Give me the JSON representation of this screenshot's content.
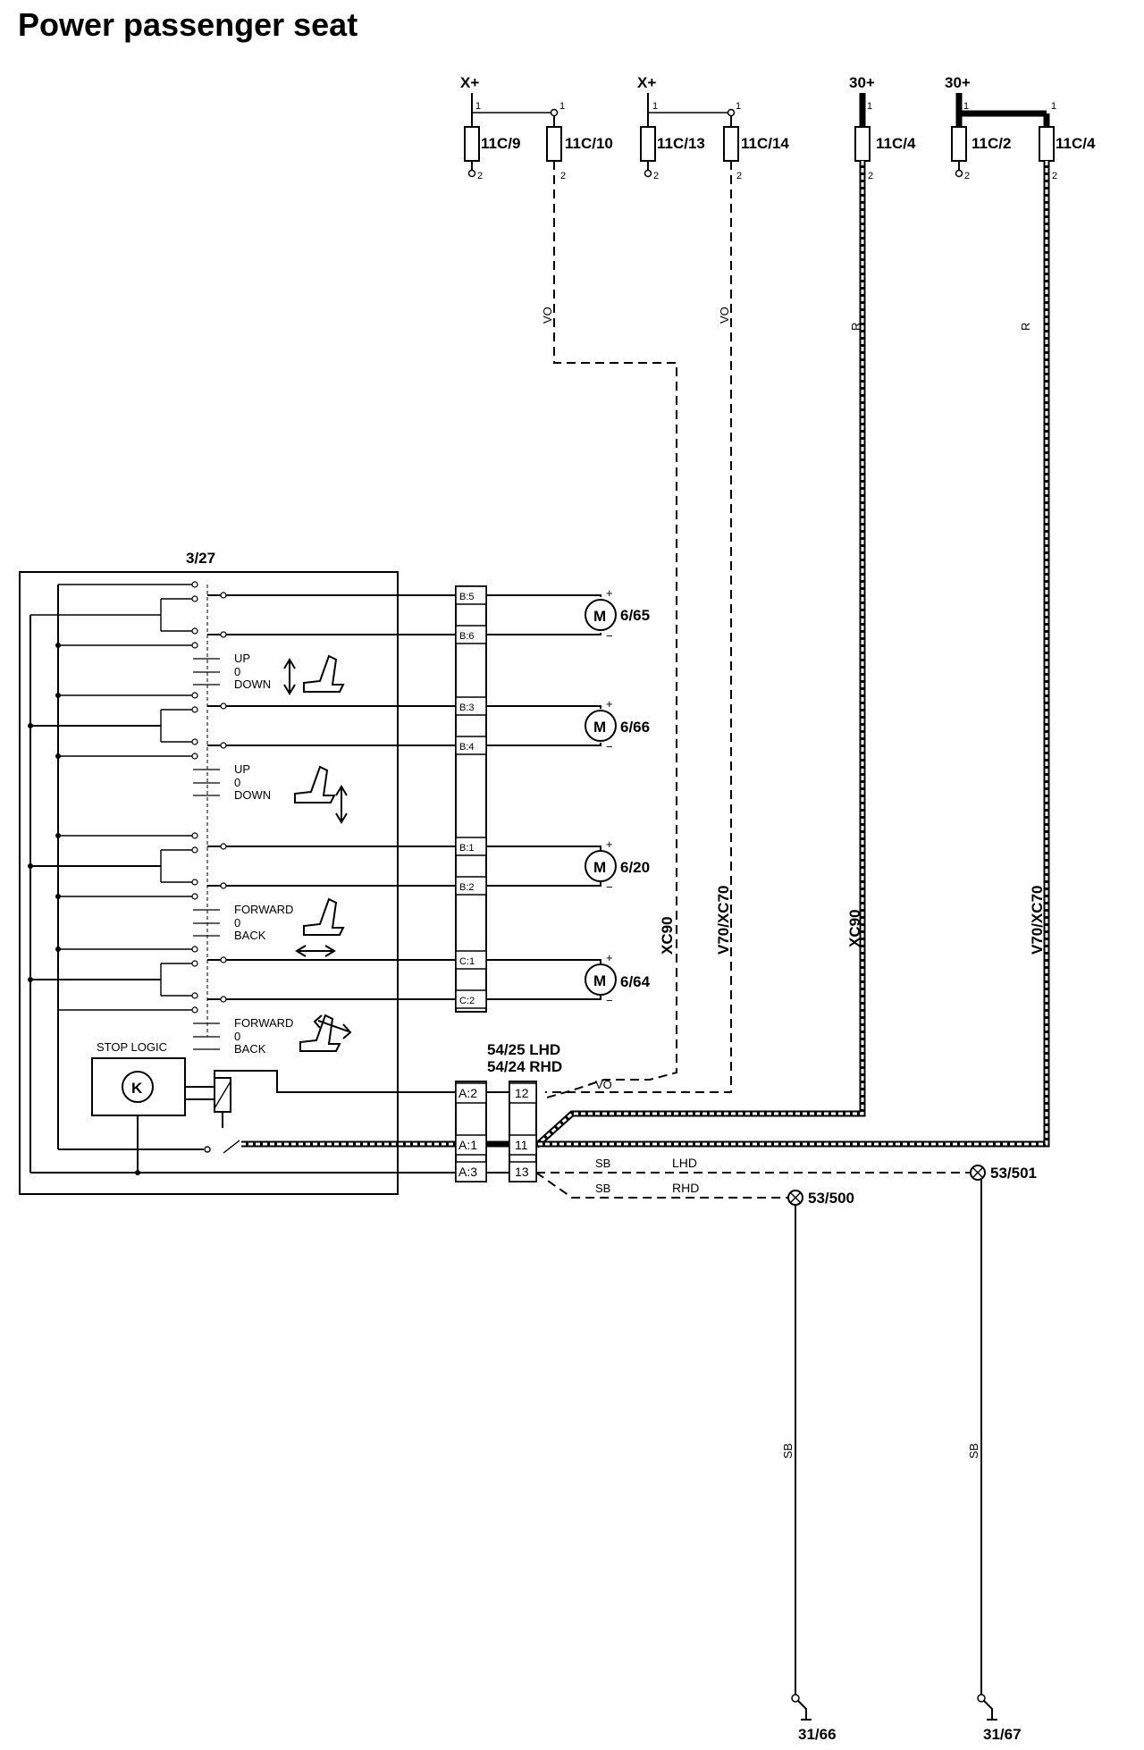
{
  "title": "Power passenger seat",
  "power": {
    "xplus_a": "X+",
    "xplus_b": "X+",
    "b30_a": "30+",
    "b30_b": "30+"
  },
  "fuses": {
    "f1": "11C/9",
    "f2": "11C/10",
    "f3": "11C/13",
    "f4": "11C/14",
    "f5": "11C/4",
    "f6": "11C/2",
    "f7": "11C/4",
    "pin1": "1",
    "pin2": "2"
  },
  "wire_colors": {
    "vo": "VO",
    "r": "R",
    "sb": "SB"
  },
  "wire_models": {
    "xc90": "XC90",
    "v70xc70": "V70/XC70"
  },
  "module": {
    "id": "3/27",
    "stop_logic": "STOP LOGIC",
    "k": "K"
  },
  "switches": {
    "up": "UP",
    "zero": "0",
    "down": "DOWN",
    "forward": "FORWARD",
    "back": "BACK"
  },
  "connectors": {
    "b5": "B:5",
    "b6": "B:6",
    "b3": "B:3",
    "b4": "B:4",
    "b1": "B:1",
    "b2": "B:2",
    "c1": "C:1",
    "c2": "C:2",
    "a2": "A:2",
    "a1": "A:1",
    "a3": "A:3",
    "p12": "12",
    "p11": "11",
    "p13": "13"
  },
  "motors": {
    "m1": "6/65",
    "m2": "6/66",
    "m3": "6/20",
    "m4": "6/64",
    "symbol": "M",
    "plus": "+",
    "minus": "−"
  },
  "connector_group": {
    "lhd": "54/25 LHD",
    "rhd": "54/24 RHD"
  },
  "routing": {
    "lhd": "LHD",
    "rhd": "RHD"
  },
  "grounds": {
    "g1": "53/500",
    "g2": "53/501",
    "e1": "31/66",
    "e2": "31/67"
  }
}
